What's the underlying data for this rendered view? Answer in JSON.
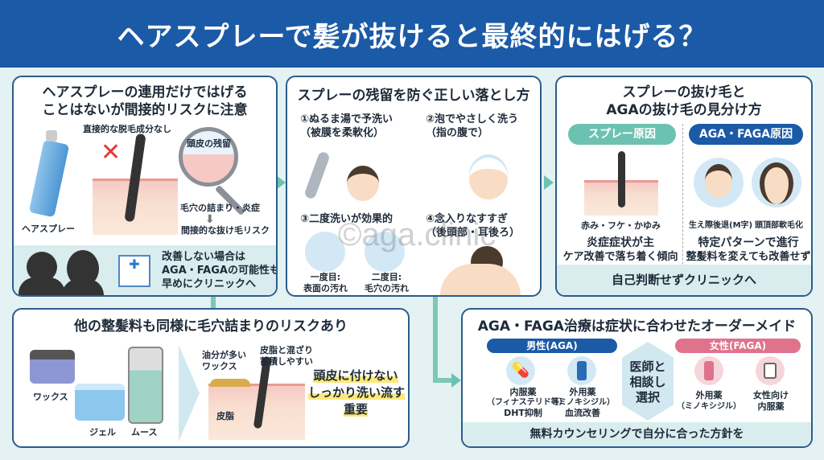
{
  "header": {
    "title": "ヘアスプレーで髪が抜けると最終的にはげる？"
  },
  "panel1": {
    "title_line1": "ヘアスプレーの連用だけではげる",
    "title_line2": "ことはないが間接的リスクに注意",
    "no_direct": "直接的な脱毛成分なし",
    "spray_label": "ヘアスプレー",
    "magnifier_label": "頭皮の残留",
    "clog": "毛穴の詰まり・炎症",
    "indirect": "間接的な抜け毛リスク",
    "advice": [
      "改善しない場合は",
      "AGA・FAGAの可能性も",
      "早めにクリニックへ"
    ]
  },
  "panel2": {
    "title": "スプレーの残留を防ぐ正しい落とし方",
    "step1": [
      "①ぬるま湯で予洗い",
      "（被膜を柔軟化）"
    ],
    "step2": [
      "②泡でやさしく洗う",
      "（指の腹で）"
    ],
    "step3": "③二度洗いが効果的",
    "step3a": [
      "一度目:",
      "表面の汚れ"
    ],
    "step3b": [
      "二度目:",
      "毛穴の汚れ"
    ],
    "step4": [
      "④念入りなすすぎ",
      "（後頭部・耳後ろ）"
    ]
  },
  "panel3": {
    "title_line1": "スプレーの抜け毛と",
    "title_line2": "AGAの抜け毛の見分け方",
    "left_pill": "スプレー原因",
    "right_pill": "AGA・FAGA原因",
    "left_symptoms": "赤み・フケ・かゆみ",
    "male_label": "生え際後退(M字)",
    "female_label": "頭頂部軟毛化",
    "left_summary": [
      "炎症症状が主",
      "ケア改善で落ち着く傾向"
    ],
    "right_summary": [
      "特定パターンで進行",
      "整髪料を変えても改善せず"
    ],
    "footer": "自己判断せずクリニックへ"
  },
  "panel4": {
    "title": "他の整髪料も同様に毛穴詰まりのリスクあり",
    "wax": "ワックス",
    "gel": "ジェル",
    "mousse": "ムース",
    "oily_wax": [
      "油分が多い",
      "ワックス"
    ],
    "mix": [
      "皮脂と混ざり",
      "蓄積しやすい"
    ],
    "sebum": "皮脂",
    "conclusion": [
      "頭皮に付けない",
      "しっかり洗い流す",
      "重要"
    ]
  },
  "panel5": {
    "title": "AGA・FAGA治療は症状に合わせたオーダーメイド",
    "male_pill": "男性(AGA)",
    "female_pill": "女性(FAGA)",
    "male_oral": [
      "内服薬",
      "（フィナステリド等）",
      "DHT抑制"
    ],
    "male_topical": [
      "外用薬",
      "（ミノキシジル）",
      "血流改善"
    ],
    "consult": [
      "医師と",
      "相談し",
      "選択"
    ],
    "female_topical": [
      "外用薬",
      "（ミノキシジル）"
    ],
    "female_oral": [
      "女性向け",
      "内服薬"
    ],
    "footer": "無料カウンセリングで自分に合った方針を"
  },
  "watermark": "©aga.clinic",
  "colors": {
    "header": "#1b5aa6",
    "teal": "#6cc2b0",
    "navy": "#1b5aa6",
    "pink": "#e0728c",
    "background": "#e4f2f3"
  }
}
